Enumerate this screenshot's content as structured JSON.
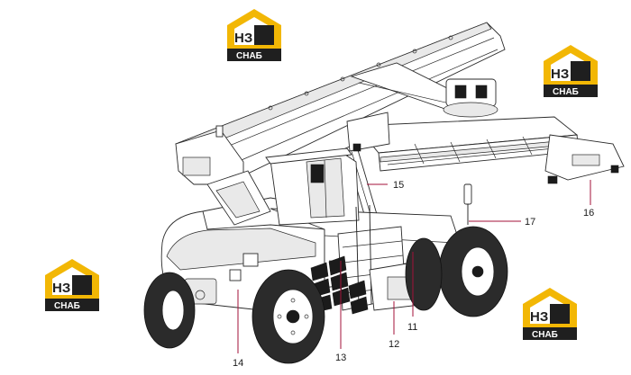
{
  "watermark": {
    "logo_main": "НЗ",
    "logo_sub": "СНАБ",
    "colors": {
      "yellow": "#f2b705",
      "dark": "#1f1f1f",
      "white": "#ffffff"
    }
  },
  "callouts": [
    "11",
    "12",
    "13",
    "14",
    "15",
    "16",
    "17"
  ],
  "colors": {
    "leader": "#a3123a",
    "line": "#1a1a1a"
  }
}
